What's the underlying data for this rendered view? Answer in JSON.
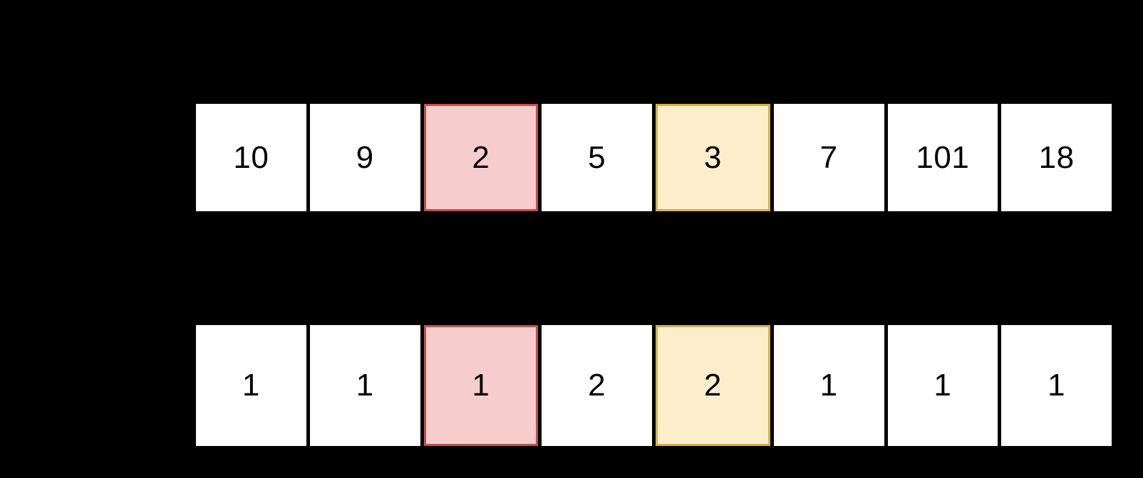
{
  "background_color": "#000000",
  "palette": {
    "cell_fill": "#ffffff",
    "cell_text": "#000000",
    "highlight_red_fill": "#f7cccc",
    "highlight_red_border": "#c0504d",
    "highlight_yellow_fill": "#fdeecb",
    "highlight_yellow_border": "#d4b14c"
  },
  "rows": [
    {
      "name": "values-row",
      "cells": [
        {
          "value": "10",
          "highlight": "none"
        },
        {
          "value": "9",
          "highlight": "none"
        },
        {
          "value": "2",
          "highlight": "red"
        },
        {
          "value": "5",
          "highlight": "none"
        },
        {
          "value": "3",
          "highlight": "yellow"
        },
        {
          "value": "7",
          "highlight": "none"
        },
        {
          "value": "101",
          "highlight": "none"
        },
        {
          "value": "18",
          "highlight": "none"
        }
      ]
    },
    {
      "name": "counts-row",
      "cells": [
        {
          "value": "1",
          "highlight": "none"
        },
        {
          "value": "1",
          "highlight": "none"
        },
        {
          "value": "1",
          "highlight": "red"
        },
        {
          "value": "2",
          "highlight": "none"
        },
        {
          "value": "2",
          "highlight": "yellow"
        },
        {
          "value": "1",
          "highlight": "none"
        },
        {
          "value": "1",
          "highlight": "none"
        },
        {
          "value": "1",
          "highlight": "none"
        }
      ]
    }
  ]
}
